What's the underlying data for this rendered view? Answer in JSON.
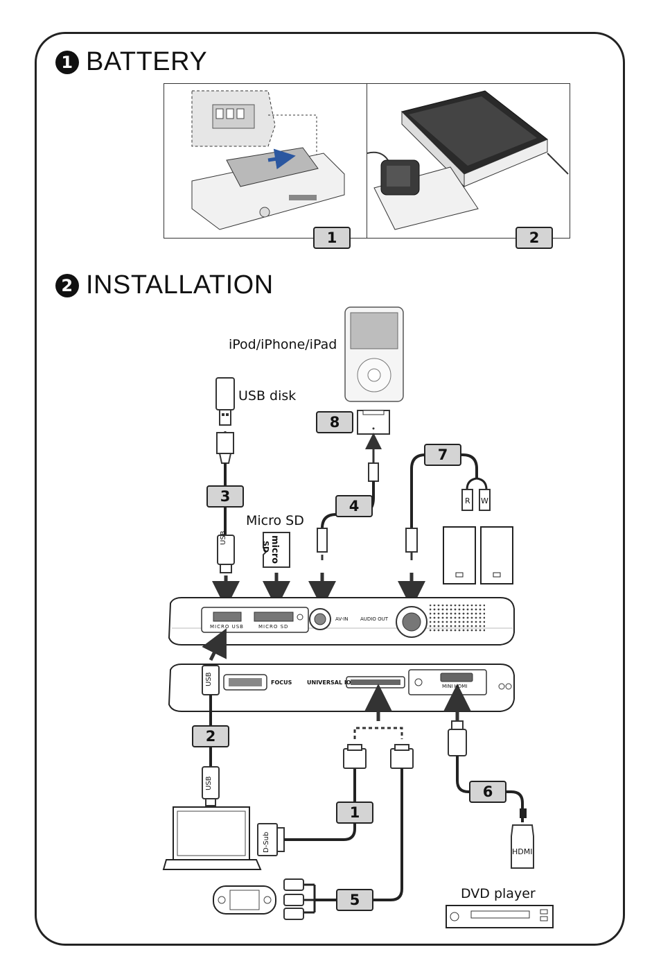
{
  "sections": {
    "battery": {
      "number": "❶",
      "title": "BATTERY",
      "steps": [
        "1",
        "2"
      ]
    },
    "installation": {
      "number": "❷",
      "title": "INSTALLATION"
    }
  },
  "devices": {
    "ipod": "iPod/iPhone/iPad",
    "usb_disk": "USB disk",
    "micro_sd": "Micro SD",
    "dvd_player": "DVD player"
  },
  "ports": {
    "micro_usb": "MICRO USB",
    "micro_sd": "MICRO SD",
    "av_in": "AV-IN",
    "audio_out": "AUDIO OUT",
    "focus": "FOCUS",
    "universal_io": "UNIVERSAL IO",
    "mini_hdmi": "MINI HDMI"
  },
  "connectors": {
    "usb": "USB",
    "d_sub": "D-Sub",
    "hdmi": "HDMI",
    "rca_r": "R",
    "rca_w": "W",
    "micro": "micro",
    "sd": "SD"
  },
  "cables": [
    "1",
    "2",
    "3",
    "4",
    "5",
    "6",
    "7",
    "8"
  ]
}
